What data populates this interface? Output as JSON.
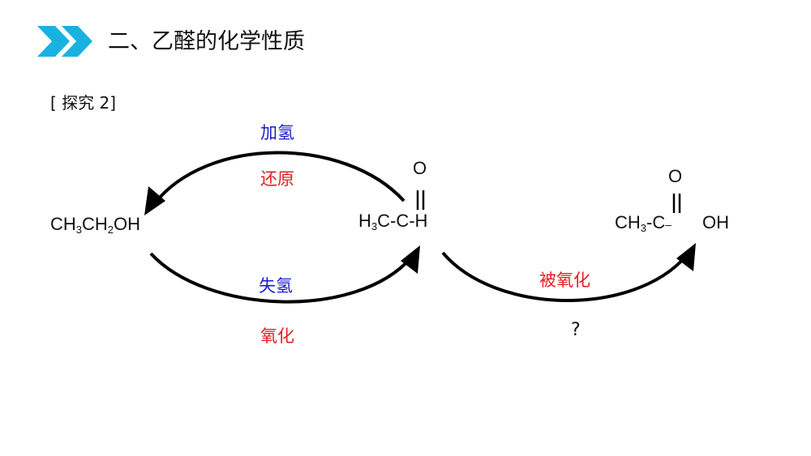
{
  "header": {
    "title": "二、乙醛的化学性质",
    "icon": "double-chevron-right-icon",
    "accent_color": "#19b2e0"
  },
  "section_label": "[ 探究 2]",
  "reactions": {
    "top_label_1": "加氢",
    "top_label_2": "还原",
    "bottom_label_1": "失氢",
    "bottom_label_2": "氧化",
    "right_label": "被氧化",
    "right_question": "?"
  },
  "molecules": {
    "ethanol": {
      "p1": "CH",
      "s1": "3",
      "p2": "CH",
      "s2": "2",
      "p3": "OH"
    },
    "acetaldehyde": {
      "top": "O",
      "p1": "H",
      "s1": "3",
      "p2": "C-C-H"
    },
    "acetic_acid": {
      "top": "O",
      "p1": "CH",
      "s1": "3",
      "p2": "-C",
      "dash": "–",
      "oh": "OH"
    }
  },
  "colors": {
    "blue": "#1b1bd0",
    "red": "#e21f24",
    "text": "#111111"
  }
}
